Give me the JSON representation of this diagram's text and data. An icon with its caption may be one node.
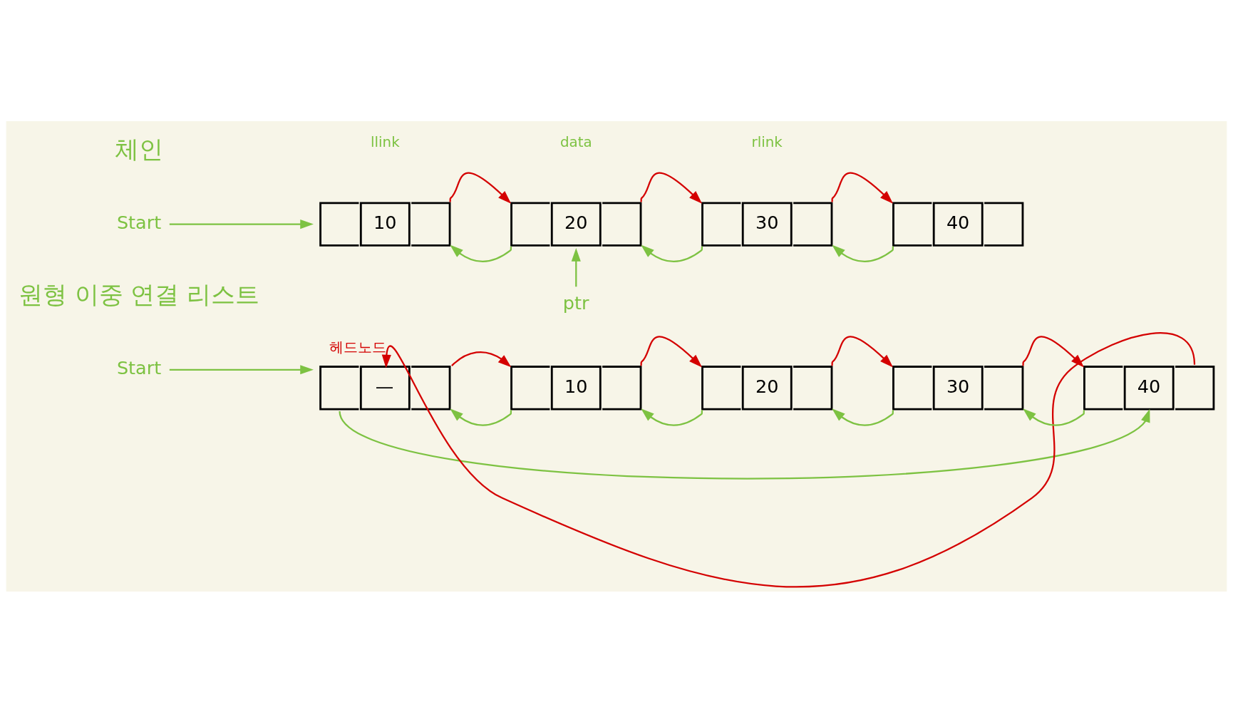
{
  "diagram": {
    "nodes": [
      {
        "text": [
          "Start"
        ]
      },
      {
        "text": [
          "10"
        ]
      },
      {
        "text": [
          "20"
        ]
      },
      {
        "text": [
          "30"
        ]
      },
      {
        "text": [
          "40"
        ]
      },
      {
        "text": [
          "ptr"
        ]
      },
      {
        "text": [
          "Start"
        ]
      },
      {
        "text": [
          "—"
        ],
        "beside": [
          "헤드노드"
        ]
      },
      {
        "text": [
          "10"
        ]
      },
      {
        "text": [
          "20"
        ]
      },
      {
        "text": [
          "30"
        ]
      },
      {
        "text": [
          "40"
        ]
      }
    ],
    "edges": [
      {
        "from": 0,
        "to": 1,
        "arrow": "to",
        "color": "#7dc242"
      },
      {
        "from": 1,
        "to": 2,
        "arrow": "to",
        "color": "#d40000"
      },
      {
        "from": 2,
        "to": 1,
        "arrow": "to",
        "color": "#7dc242"
      },
      {
        "from": 2,
        "to": 3,
        "arrow": "to",
        "color": "#d40000"
      },
      {
        "from": 3,
        "to": 2,
        "arrow": "to",
        "color": "#7dc242"
      },
      {
        "from": 3,
        "to": 4,
        "arrow": "to",
        "color": "#d40000"
      },
      {
        "from": 4,
        "to": 3,
        "arrow": "to",
        "color": "#7dc242"
      },
      {
        "from": 5,
        "to": 2,
        "arrow": "to",
        "color": "#7dc242"
      },
      {
        "from": 6,
        "to": 7,
        "arrow": "to",
        "color": "#7dc242"
      },
      {
        "from": 7,
        "to": 8,
        "arrow": "to",
        "color": "#d40000"
      },
      {
        "from": 8,
        "to": 7,
        "arrow": "to",
        "color": "#7dc242"
      },
      {
        "from": 8,
        "to": 9,
        "arrow": "to",
        "color": "#d40000"
      },
      {
        "from": 9,
        "to": 8,
        "arrow": "to",
        "color": "#7dc242"
      },
      {
        "from": 9,
        "to": 10,
        "arrow": "to",
        "color": "#d40000"
      },
      {
        "from": 10,
        "to": 9,
        "arrow": "to",
        "color": "#7dc242"
      },
      {
        "from": 10,
        "to": 11,
        "arrow": "to",
        "color": "#d40000"
      },
      {
        "from": 11,
        "to": 10,
        "arrow": "to",
        "color": "#7dc242"
      },
      {
        "from": 11,
        "to": 7,
        "arrow": "to",
        "color": "#d40000"
      },
      {
        "from": 7,
        "to": 11,
        "arrow": "to",
        "color": "#7dc242"
      }
    ],
    "labels": [
      "체인",
      "llink",
      "data",
      "rlink",
      "원형 이중 연결 리스트"
    ]
  }
}
